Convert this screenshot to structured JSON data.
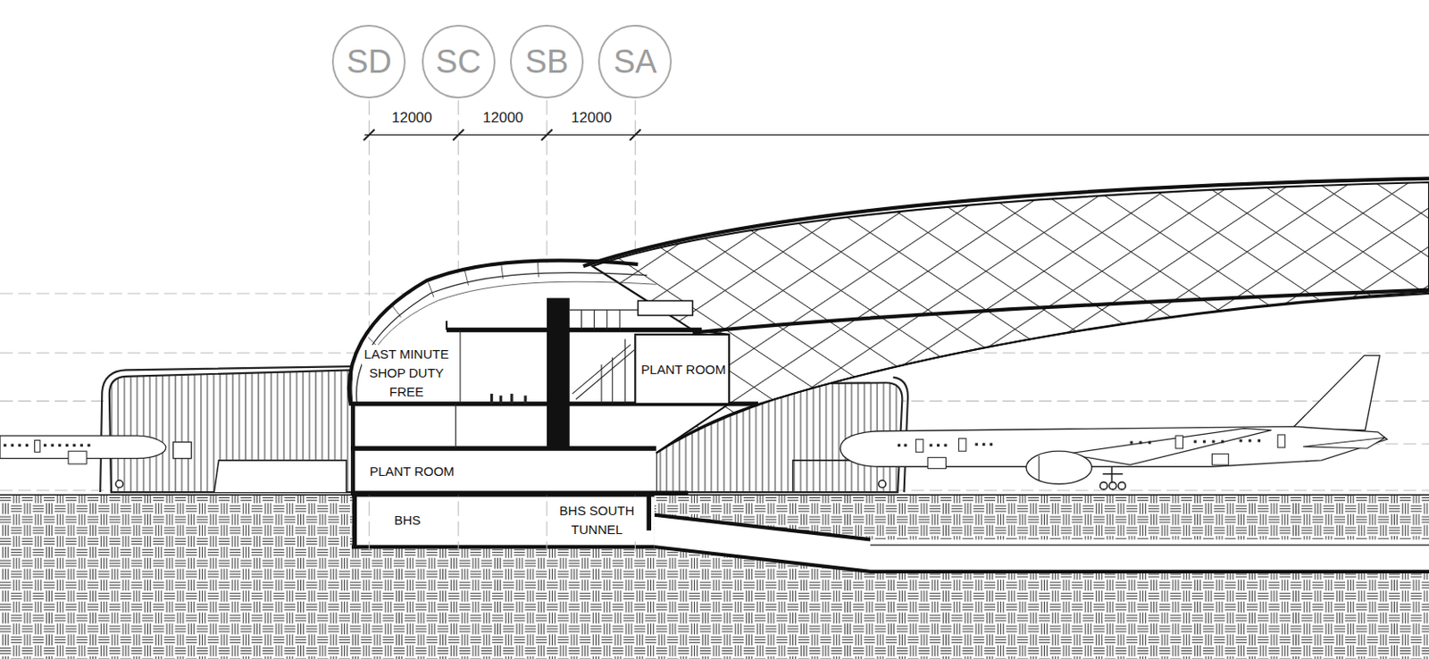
{
  "diagram": {
    "nodes": [
      {
        "text": [
          "SD"
        ]
      },
      {
        "text": [
          "SC"
        ]
      },
      {
        "text": [
          "SB"
        ]
      },
      {
        "text": [
          "SA"
        ]
      },
      {
        "text": [
          "LAST MINUTE SHOP DUTY FREE"
        ]
      },
      {
        "text": [
          "PLANT ROOM"
        ]
      },
      {
        "text": [
          "PLANT ROOM"
        ]
      },
      {
        "text": [
          "BHS"
        ]
      },
      {
        "text": [
          "BHS SOUTH TUNNEL"
        ]
      }
    ],
    "labels": [
      "12000",
      "12000",
      "12000"
    ]
  }
}
